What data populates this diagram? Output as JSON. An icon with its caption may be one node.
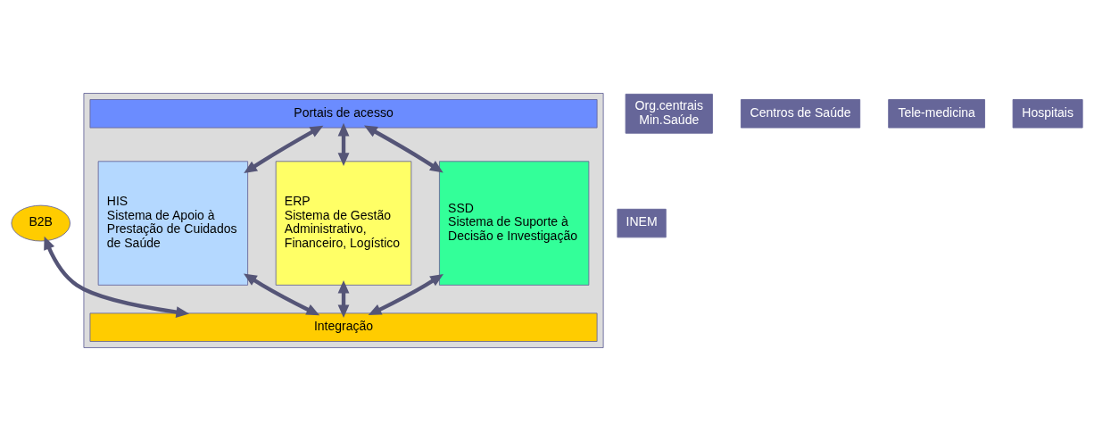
{
  "diagram": {
    "nodes": [
      {
        "text": [],
        "shape": "box"
      },
      {
        "text": [
          "Portais de acesso"
        ],
        "in": 0
      },
      {
        "text": [
          "HIS",
          "Sistema de Apoio à Prestação de Cuidados de Saúde"
        ],
        "in": 0
      },
      {
        "text": [
          "ERP",
          "Sistema de Gestão Administrativo, Financeiro, Logístico"
        ],
        "in": 0
      },
      {
        "text": [
          "SSD",
          "Sistema de Suporte à Decisão e Investigação"
        ],
        "in": 0
      },
      {
        "text": [
          "Integração"
        ],
        "in": 0
      },
      {
        "text": [
          "B2B"
        ]
      },
      {
        "text": [
          "Org.centrais",
          "Min.Saúde"
        ]
      },
      {
        "text": [
          "Centros de Saúde"
        ]
      },
      {
        "text": [
          "INEM"
        ]
      },
      {
        "text": [
          "Tele-medicina"
        ]
      },
      {
        "text": [
          "Hospitais"
        ]
      }
    ],
    "edges": [
      {
        "from": 1,
        "to": 2,
        "arrow": "both"
      },
      {
        "from": 1,
        "to": 3,
        "arrow": "both"
      },
      {
        "from": 1,
        "to": 4,
        "arrow": "both"
      },
      {
        "from": 2,
        "to": 5,
        "arrow": "both"
      },
      {
        "from": 3,
        "to": 5,
        "arrow": "both"
      },
      {
        "from": 4,
        "to": 5,
        "arrow": "both"
      },
      {
        "from": 6,
        "to": 5,
        "arrow": "both"
      }
    ]
  }
}
